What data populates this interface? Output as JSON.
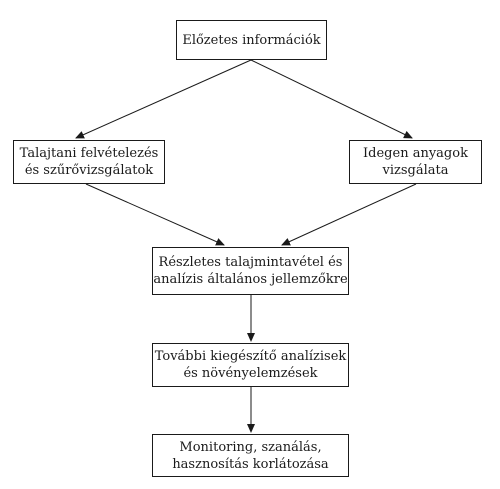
{
  "diagram": {
    "nodes": {
      "preliminary": {
        "lines": [
          "Előzetes információk"
        ]
      },
      "soil_survey": {
        "lines": [
          "Talajtani felvételezés",
          "és szűrővizsgálatok"
        ]
      },
      "foreign_materials": {
        "lines": [
          "Idegen anyagok",
          "vizsgálata"
        ]
      },
      "detailed_sampling": {
        "lines": [
          "Részletes talajmintavétel és",
          "analízis általános jellemzőkre"
        ]
      },
      "further_analyses": {
        "lines": [
          "További kiegészítő analízisek",
          "és növényelemzések"
        ]
      },
      "monitoring": {
        "lines": [
          "Monitoring, szanálás,",
          "hasznosítás korlátozása"
        ]
      }
    },
    "edges": [
      {
        "from": "preliminary",
        "to": "soil_survey"
      },
      {
        "from": "preliminary",
        "to": "foreign_materials"
      },
      {
        "from": "soil_survey",
        "to": "detailed_sampling"
      },
      {
        "from": "foreign_materials",
        "to": "detailed_sampling"
      },
      {
        "from": "detailed_sampling",
        "to": "further_analyses"
      },
      {
        "from": "further_analyses",
        "to": "monitoring"
      }
    ],
    "colors": {
      "line": "#1a1a1a",
      "box_border": "#1a1a1a",
      "background": "#ffffff"
    }
  }
}
